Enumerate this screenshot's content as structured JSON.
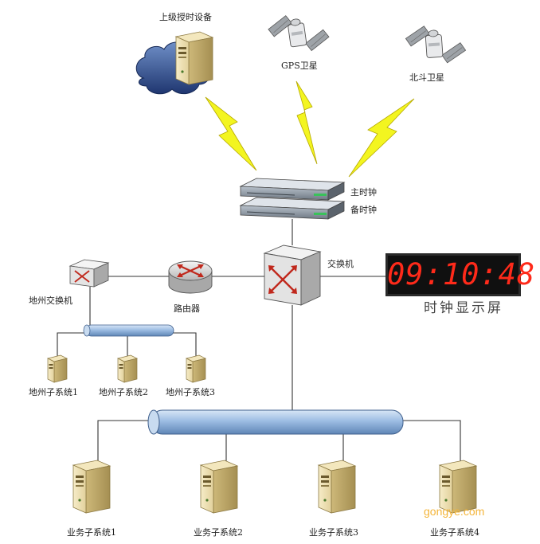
{
  "labels": {
    "upper_timing_device": "上级授时设备",
    "gps_satellite": "GPS卫星",
    "beidou_satellite": "北斗卫星",
    "master_clock": "主时钟",
    "backup_clock": "备时钟",
    "switch": "交换机",
    "router": "路由器",
    "local_switch": "地州交换机",
    "clock_display": "时钟显示屏",
    "local_subsystems": [
      "地州子系统1",
      "地州子系统2",
      "地州子系统3"
    ],
    "business_subsystems": [
      "业务子系统1",
      "业务子系统2",
      "业务子系统3",
      "业务子系统4"
    ]
  },
  "clock_time": "09:10:48",
  "watermark": "gongye.com",
  "colors": {
    "bolt": "#f3f520",
    "clock_digits": "#ff2a1a",
    "bus": "#8fb3dc",
    "line": "#333333"
  }
}
